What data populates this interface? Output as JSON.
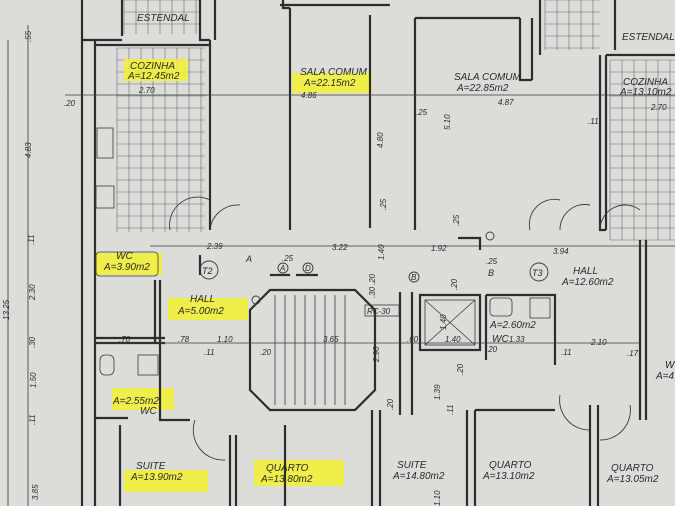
{
  "rooms": {
    "estendal_left": "ESTENDAL",
    "estendal_right": "ESTENDAL",
    "cozinha_left": {
      "name": "COZINHA",
      "area": "A=12.45m2"
    },
    "sala_left": {
      "name": "SALA COMUM",
      "area": "A=22.15m2"
    },
    "sala_right": {
      "name": "SALA COMUM",
      "area": "A=22.85m2"
    },
    "cozinha_right": {
      "name": "COZINHA",
      "area": "A=13.10m2"
    },
    "wc_t2_main": {
      "name": "WC",
      "area": "A=3.90m2"
    },
    "hall_t2": {
      "name": "HALL",
      "area": "A=5.00m2"
    },
    "hall_t3": {
      "name": "HALL",
      "area": "A=12.60m2"
    },
    "wc_t3": {
      "name": "WC",
      "area": "A=2.60m2"
    },
    "wc_t2_suite": {
      "name": "WC",
      "area": "A=2.55m2"
    },
    "suite_t2": {
      "name": "SUITE",
      "area": "A=13.90m2"
    },
    "quarto_t2": {
      "name": "QUARTO",
      "area": "A=13.80m2"
    },
    "suite_t3": {
      "name": "SUITE",
      "area": "A=14.80m2"
    },
    "quarto_t3_a": {
      "name": "QUARTO",
      "area": "A=13.10m2"
    },
    "quarto_t3_b": {
      "name": "QUARTO",
      "area": "A=13.05m2"
    },
    "wc_right_partial": {
      "name": "WC",
      "area": "A=4"
    }
  },
  "markers": {
    "t2": "T2",
    "t3": "T3",
    "a_circle": "A",
    "d_circle": "D",
    "b_circle": "B",
    "a_letter": "A",
    "b_letter": "B",
    "rc30": "RC-30"
  },
  "dimensions": {
    "d_270_left": "2.70",
    "d_486": "4.86",
    "d_487": "4.87",
    "d_270_right": "2.70",
    "d_20_top": ".20",
    "d_25_top": ".25",
    "d_11_top": ".11",
    "d_480": "4.80",
    "d_510": "5.10",
    "d_25_v1": ".25",
    "d_25_v2": ".25",
    "d_55": ".55",
    "d_483": "4.83",
    "d_11_left": ".11",
    "d_230": "2.30",
    "d_1325": "13.25",
    "d_30_left": ".30",
    "d_150": "1.50",
    "d_11_left2": ".11",
    "d_385": "3.85",
    "d_239": "2.39",
    "d_322": "3.22",
    "d_192": "1.92",
    "d_394": "3.94",
    "d_25_a": ".25",
    "d_25_b": ".25",
    "d_140_v": "1.40",
    "d_70": ".70",
    "d_78": ".78",
    "d_110": "1.10",
    "d_11_mid": ".11",
    "d_20_mid": ".20",
    "d_365": "3.65",
    "d_60": ".60",
    "d_140": "1.40",
    "d_140_lift": "1.40",
    "d_20_wc": ".20",
    "d_133": "1.33",
    "d_11_r": ".11",
    "d_210": "2.10",
    "d_17": ".17",
    "d_290": "2.90",
    "d_139": "1.39",
    "d_20_low": ".20",
    "d_20_low2": ".20",
    "d_11_low": ".11",
    "d_20_v": ".20",
    "d_30_v": ".30",
    "d_20_v2": ".20",
    "d_10_bottom": "1.10"
  },
  "colors": {
    "paper": "#dcdcd9",
    "highlight": "#f2f03a",
    "ink": "#2d2d2d"
  }
}
